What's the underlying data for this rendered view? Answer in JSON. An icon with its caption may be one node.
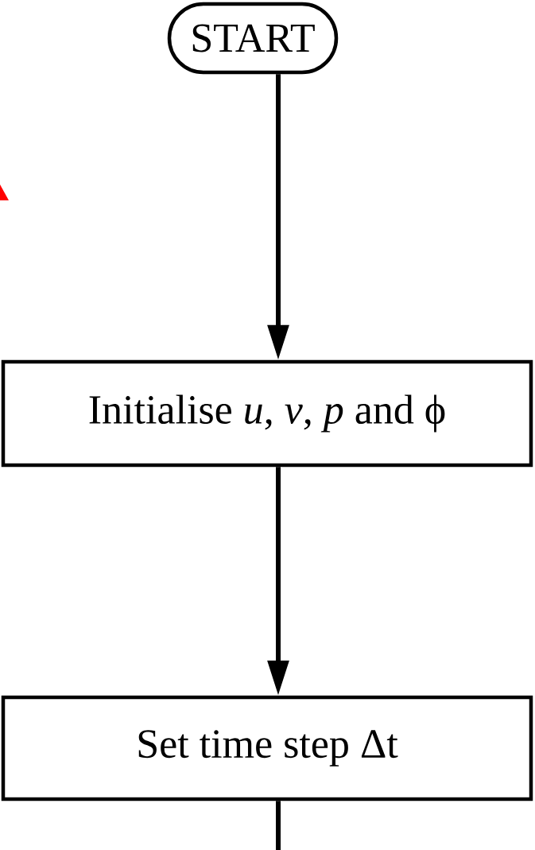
{
  "diagram": {
    "nodes": [
      {
        "text": [
          "START"
        ]
      },
      {
        "text": [
          "Initialise *u*, *v*, *p* and ϕ"
        ]
      },
      {
        "text": [
          "Set time step Δt"
        ]
      }
    ],
    "edges": [
      {
        "from": 0,
        "to": 1,
        "arrow": "to"
      },
      {
        "from": 1,
        "to": 2,
        "arrow": "to"
      },
      {
        "from": 2,
        "to": null,
        "arrow": "none"
      }
    ]
  }
}
